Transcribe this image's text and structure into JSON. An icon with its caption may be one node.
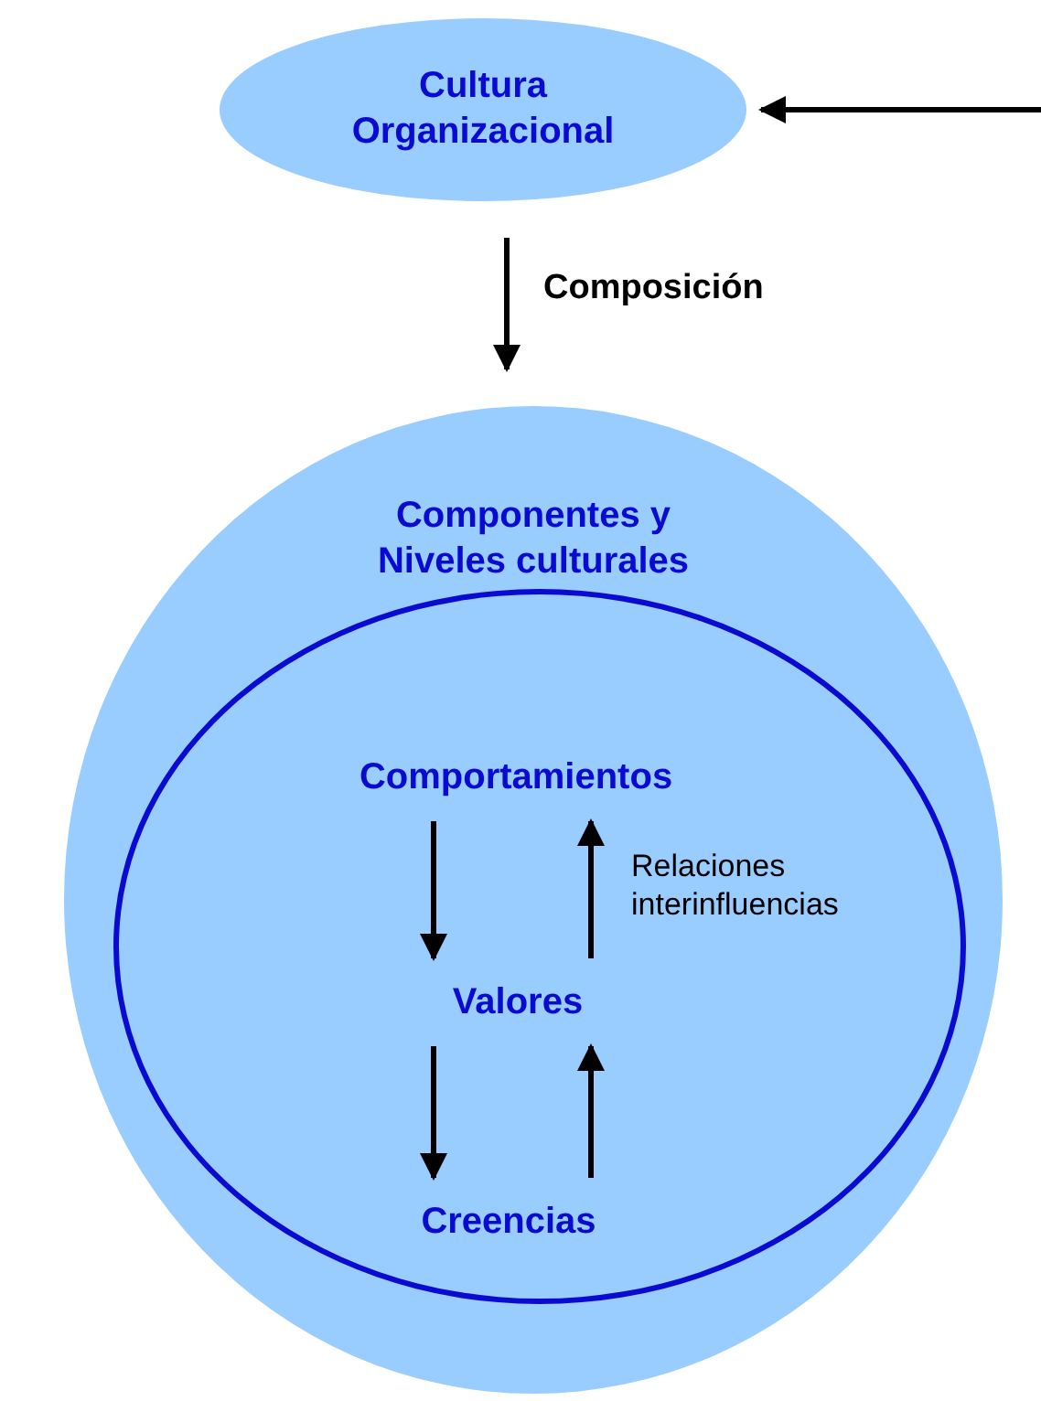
{
  "diagram": {
    "nodes": [
      {
        "text": [
          "Cultura Organizacional"
        ]
      },
      {
        "text": [
          "Componentes y Niveles culturales"
        ]
      },
      {
        "text": [],
        "shape": "ellipse",
        "in": 1
      },
      {
        "text": [
          "Comportamientos"
        ],
        "in": 2
      },
      {
        "text": [
          "Valores"
        ],
        "in": 2
      },
      {
        "text": [
          "Creencias"
        ],
        "in": 2
      }
    ],
    "edges": [
      {
        "from": null,
        "to": 0,
        "arrow": "to"
      },
      {
        "from": 0,
        "to": 1,
        "label": "Composición",
        "arrow": "to"
      },
      {
        "from": 3,
        "to": 4,
        "arrow": "to"
      },
      {
        "from": 4,
        "to": 3,
        "label": "Relaciones interinfluencias",
        "arrow": "to"
      },
      {
        "from": 4,
        "to": 5,
        "arrow": "to"
      },
      {
        "from": 5,
        "to": 4,
        "arrow": "to"
      }
    ]
  }
}
